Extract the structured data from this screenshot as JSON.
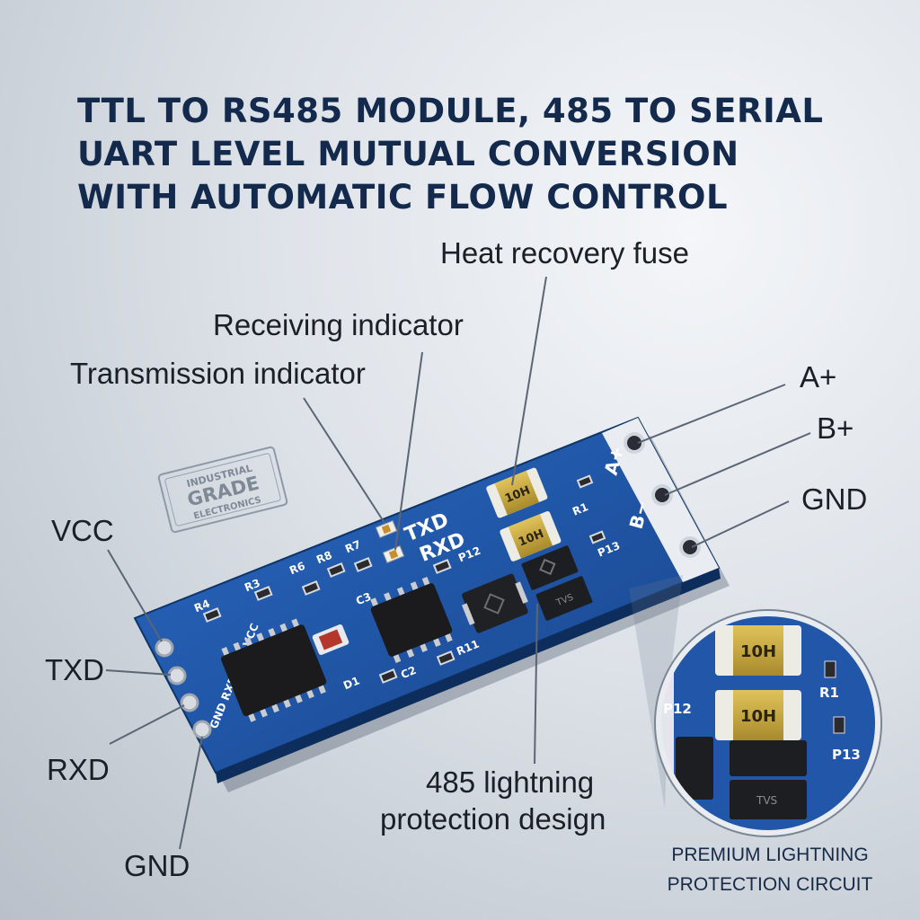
{
  "title": {
    "line1": "TTL TO RS485 MODULE, 485 TO SERIAL",
    "line2": "UART LEVEL MUTUAL CONVERSION",
    "line3": "WITH AUTOMATIC FLOW CONTROL"
  },
  "labels": {
    "heat_fuse": "Heat recovery fuse",
    "receiving_indicator": "Receiving indicator",
    "transmission_indicator": "Transmission indicator",
    "a_plus": "A+",
    "b_plus": "B+",
    "gnd_right": "GND",
    "vcc": "VCC",
    "txd": "TXD",
    "rxd": "RXD",
    "gnd_left": "GND",
    "lightning_line1": "485 lightning",
    "lightning_line2": "protection design"
  },
  "stamp": {
    "line1": "INDUSTRIAL",
    "line2": "GRADE",
    "line3": "ELECTRONICS"
  },
  "silkscreen": {
    "txd": "TXD",
    "rxd": "RXD",
    "left_pins": "GND RXD TXD VCC",
    "a_plus": "A+",
    "b_minus": "B−",
    "p12": "P12",
    "p13": "P13",
    "r1": "R1",
    "r3": "R3",
    "r4": "R4",
    "r6": "R6",
    "r7": "R7",
    "r8": "R8",
    "r11": "R11",
    "c2": "C2",
    "c3": "C3",
    "d1": "D1",
    "fuse_top": "10H",
    "fuse_bottom": "10H",
    "tvs": "TVS"
  },
  "inset": {
    "caption_line1": "PREMIUM LIGHTNING",
    "caption_line2": "PROTECTION CIRCUIT",
    "fuse_top": "10H",
    "fuse_bottom": "10H",
    "p12": "P12",
    "p13": "P13",
    "r1": "R1",
    "tvs": "TVS"
  },
  "colors": {
    "title": "#142a4c",
    "pcb": "#1f56a8",
    "pcb_dark": "#16407f",
    "fuse": "#c8a842",
    "chip": "#1a1a1a"
  }
}
